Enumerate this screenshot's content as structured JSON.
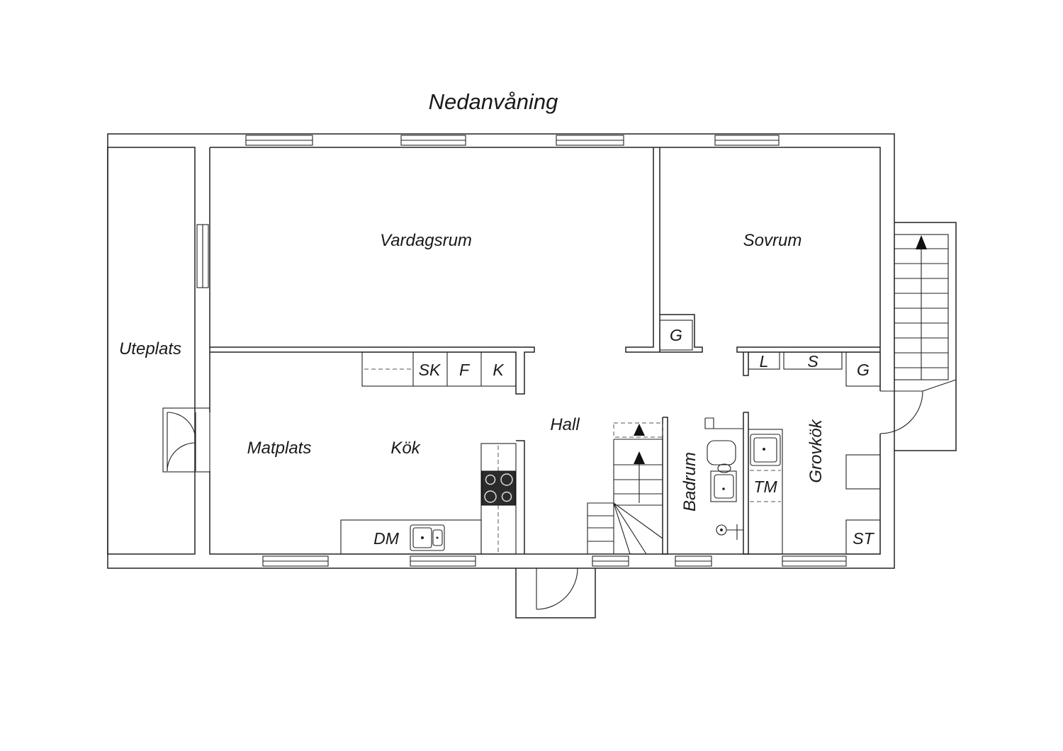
{
  "title": "Nedanvåning",
  "rooms": {
    "uteplats": "Uteplats",
    "vardagsrum": "Vardagsrum",
    "sovrum": "Sovrum",
    "matplats": "Matplats",
    "kok": "Kök",
    "hall": "Hall",
    "badrum": "Badrum",
    "grovkok": "Grovkök"
  },
  "fixtures": {
    "sk": "SK",
    "f": "F",
    "k": "K",
    "g_hall": "G",
    "l": "L",
    "s": "S",
    "g_grovkok": "G",
    "tm": "TM",
    "dm": "DM",
    "st": "ST"
  }
}
